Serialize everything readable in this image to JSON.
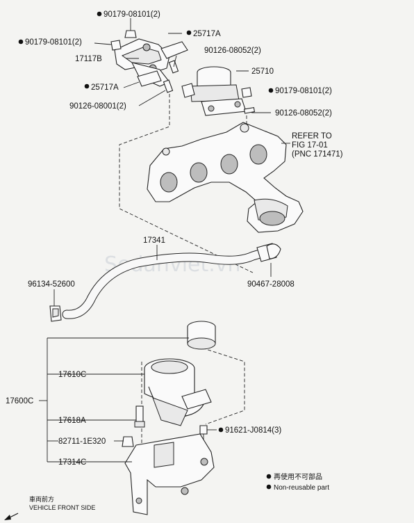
{
  "watermark": "Sedanviet.vn",
  "callouts": {
    "p90179_top": "90179-08101(2)",
    "p90179_left": "90179-08101(2)",
    "p25717a_top": "25717A",
    "p17117b": "17117B",
    "p90126_08052_top": "90126-08052(2)",
    "p25710": "25710",
    "p25717a_mid": "25717A",
    "p90179_right": "90179-08101(2)",
    "p90126_08001": "90126-08001(2)",
    "p90126_08052_right": "90126-08052(2)",
    "refer_line1": "REFER TO",
    "refer_line2": "FIG 17-01",
    "refer_line3": "(PNC 171471)",
    "p17341": "17341",
    "p96134": "96134-52600",
    "p90467": "90467-28008",
    "p17600c": "17600C",
    "p17610c": "17610C",
    "p17618a": "17618A",
    "p82711": "82711-1E320",
    "p17314c": "17314C",
    "p91621": "91621-J0814(3)"
  },
  "legend": {
    "jp": "再使用不可部品",
    "en": "Non-reusable part"
  },
  "direction": {
    "jp": "車両前方",
    "en": "VEHICLE FRONT SIDE"
  }
}
